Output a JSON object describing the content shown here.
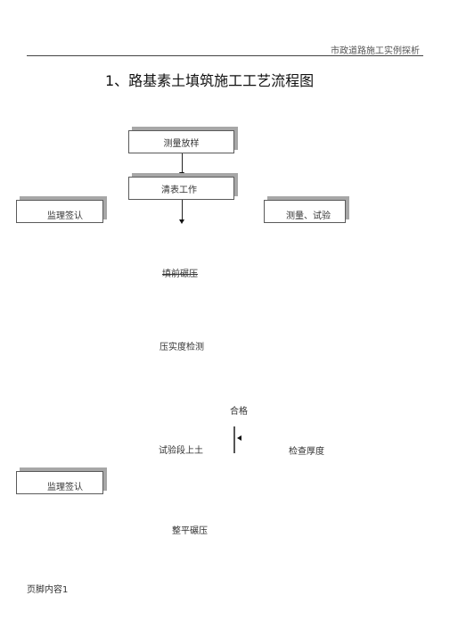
{
  "header": {
    "title": "市政道路施工实例探析"
  },
  "document": {
    "title": "1、路基素土填筑施工工艺流程图"
  },
  "flowchart": {
    "survey_layout": "测量放样",
    "clear_surface": "清表工作",
    "supervisor_signoff_1": "监理签认",
    "survey_test": "测量、试验",
    "pre_fill_compaction": "填前碾压",
    "compaction_test": "压实度检测",
    "qualified": "合格",
    "trial_section_fill": "试验段上土",
    "check_thickness": "检查厚度",
    "supervisor_signoff_2": "监理签认",
    "level_compaction": "整平碾压"
  },
  "footer": {
    "text": "页脚内容1"
  }
}
